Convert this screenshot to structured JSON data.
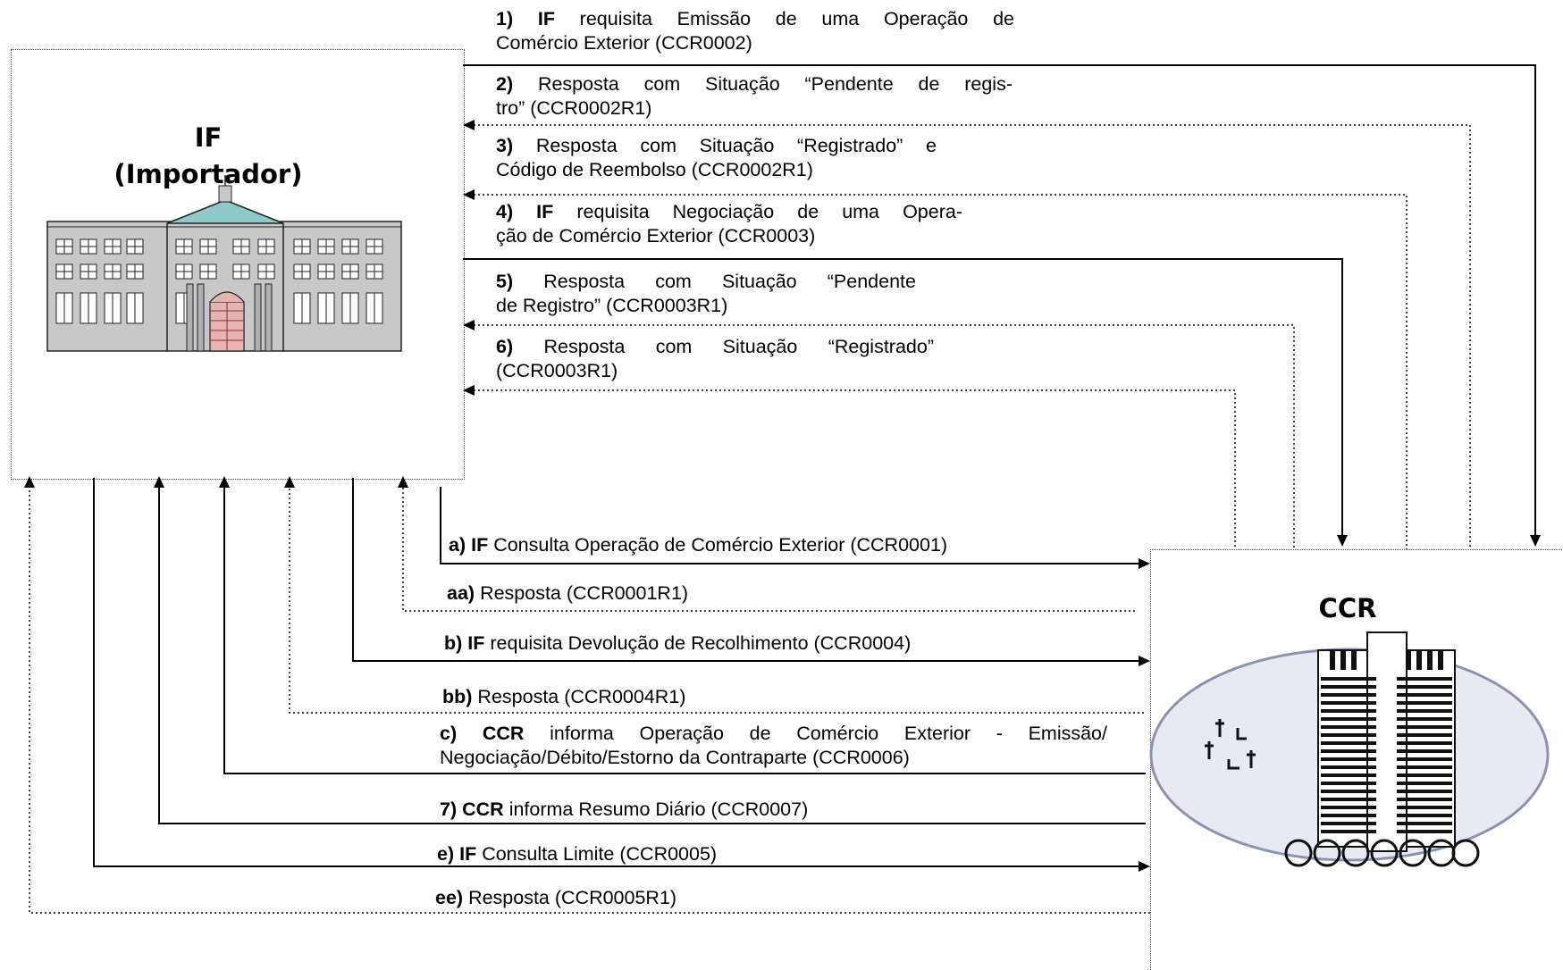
{
  "if_box": {
    "title_line1": "IF",
    "title_line2": "(Importador)",
    "icon": "bank-building-icon"
  },
  "ccr_box": {
    "title": "CCR",
    "icon": "central-bank-building-icon"
  },
  "messages": [
    {
      "id": "m1",
      "tag": "1)",
      "actor": "IF",
      "text1": "requisita Emissão de uma Operação de",
      "text2": "Comércio Exterior (CCR0002)",
      "direction": "IF → CCR",
      "line": "solid"
    },
    {
      "id": "m2",
      "tag": "2)",
      "actor": "",
      "text1": "Resposta com Situação “Pendente de regis-",
      "text2": "tro” (CCR0002R1)",
      "direction": "CCR → IF",
      "line": "dotted"
    },
    {
      "id": "m3",
      "tag": "3)",
      "actor": "",
      "text1": "Resposta com Situação “Registrado” e",
      "text2": "Código de Reembolso (CCR0002R1)",
      "direction": "CCR → IF",
      "line": "dotted"
    },
    {
      "id": "m4",
      "tag": "4)",
      "actor": "IF",
      "text1": "requisita Negociação de uma Opera-",
      "text2": "ção de Comércio Exterior (CCR0003)",
      "direction": "IF → CCR",
      "line": "solid"
    },
    {
      "id": "m5",
      "tag": "5)",
      "actor": "",
      "text1": "Resposta com Situação “Pendente",
      "text2": "de Registro” (CCR0003R1)",
      "direction": "CCR → IF",
      "line": "dotted"
    },
    {
      "id": "m6",
      "tag": "6)",
      "actor": "",
      "text1": "Resposta com Situação “Registrado”",
      "text2": "(CCR0003R1)",
      "direction": "CCR → IF",
      "line": "dotted"
    },
    {
      "id": "ma",
      "tag": "a)",
      "actor": "IF",
      "text1": "Consulta Operação de Comércio Exterior (CCR0001)",
      "direction": "IF → CCR",
      "line": "solid"
    },
    {
      "id": "maa",
      "tag": "aa)",
      "actor": "",
      "text1": "Resposta (CCR0001R1)",
      "direction": "CCR → IF",
      "line": "dotted"
    },
    {
      "id": "mb",
      "tag": "b)",
      "actor": "IF",
      "text1": "requisita Devolução de Recolhimento (CCR0004)",
      "direction": "IF → CCR",
      "line": "solid"
    },
    {
      "id": "mbb",
      "tag": "bb)",
      "actor": "",
      "text1": "Resposta (CCR0004R1)",
      "direction": "CCR → IF",
      "line": "dotted"
    },
    {
      "id": "mc",
      "tag": "c)",
      "actor": "CCR",
      "text1": "informa Operação de Comércio Exterior - Emissão/",
      "text2": "Negociação/Débito/Estorno da Contraparte (CCR0006)",
      "direction": "CCR → IF",
      "line": "solid"
    },
    {
      "id": "m7",
      "tag": "7)",
      "actor": "CCR",
      "text1": "informa Resumo Diário (CCR0007)",
      "direction": "CCR → IF",
      "line": "solid"
    },
    {
      "id": "me",
      "tag": "e)",
      "actor": "IF",
      "text1": "Consulta Limite (CCR0005)",
      "direction": "IF → CCR",
      "line": "solid"
    },
    {
      "id": "mee",
      "tag": "ee)",
      "actor": "",
      "text1": "Resposta (CCR0005R1)",
      "direction": "CCR → IF",
      "line": "dotted"
    }
  ]
}
